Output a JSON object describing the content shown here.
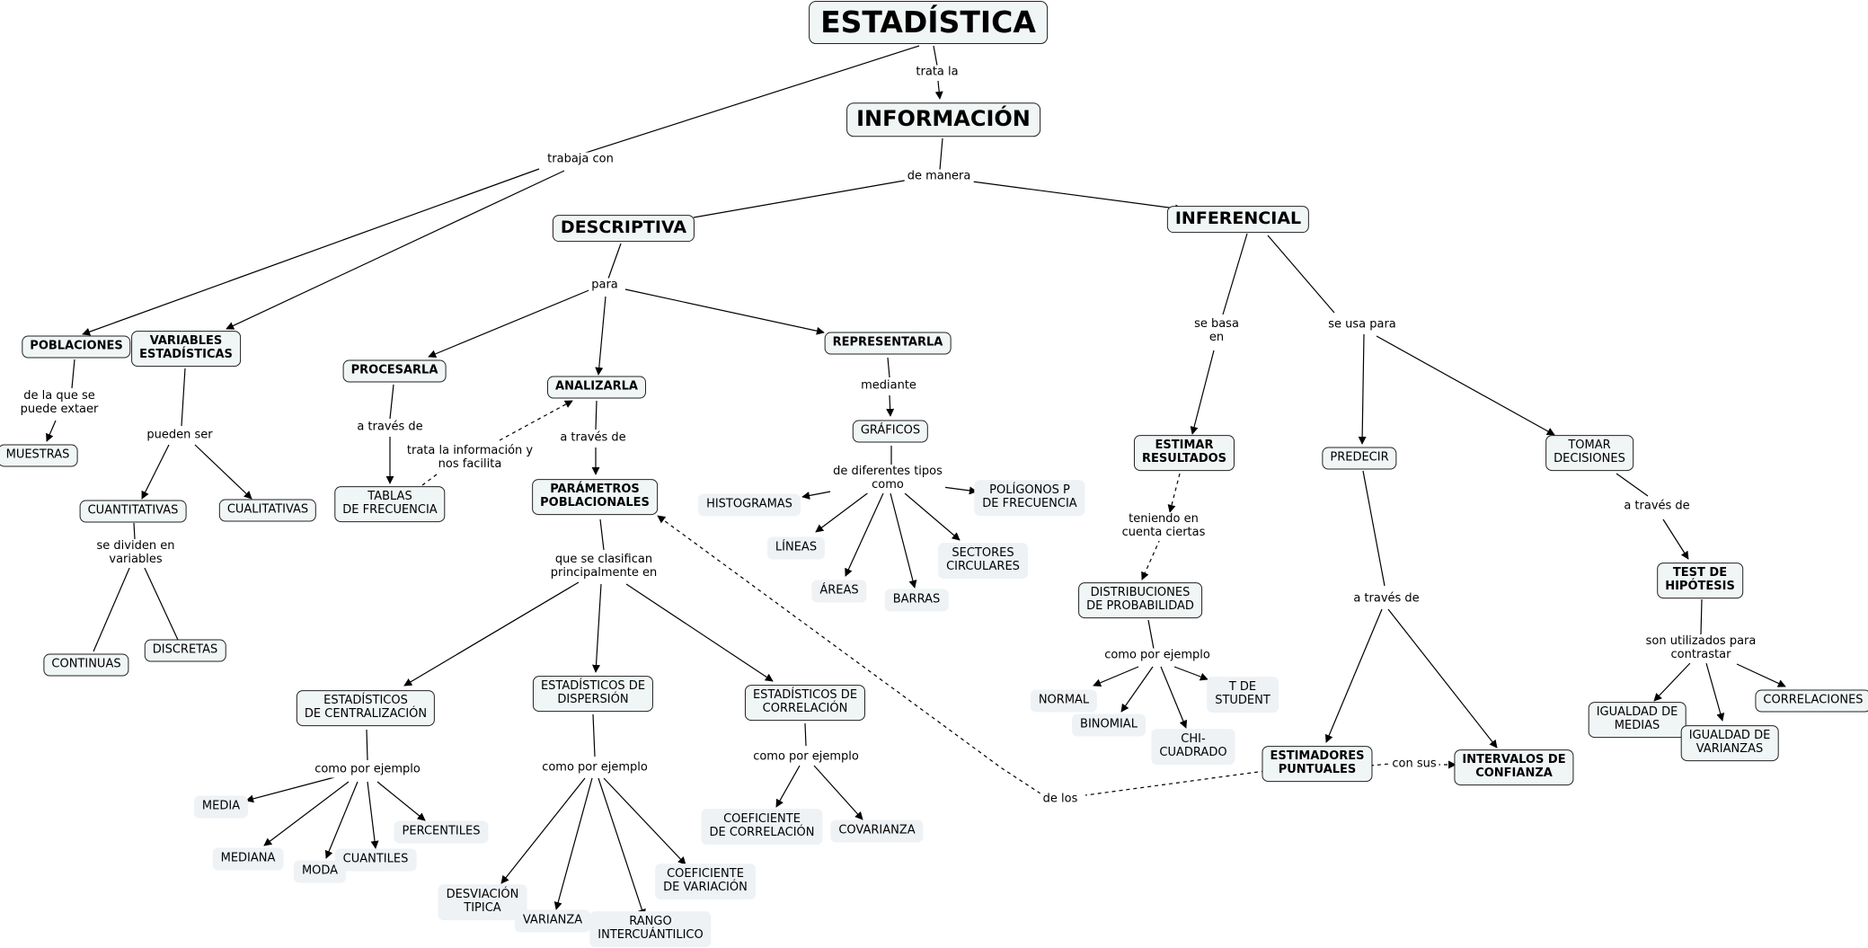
{
  "nodes": {
    "estadistica": "ESTADÍSTICA",
    "informacion": "INFORMACIÓN",
    "descriptiva": "DESCRIPTIVA",
    "inferencial": "INFERENCIAL",
    "poblaciones": "POBLACIONES",
    "variables_estadisticas": "VARIABLES\nESTADÍSTICAS",
    "muestras": "MUESTRAS",
    "cuantitativas": "CUANTITATIVAS",
    "cualitativas": "CUALITATIVAS",
    "continuas": "CONTINUAS",
    "discretas": "DISCRETAS",
    "procesarla": "PROCESARLA",
    "analizarla": "ANALIZARLA",
    "representarla": "REPRESENTARLA",
    "tablas_frecuencia": "TABLAS\nDE FRECUENCIA",
    "parametros_poblacionales": "PARÁMETROS\nPOBLACIONALES",
    "graficos": "GRÁFICOS",
    "histogramas": "HISTOGRAMAS",
    "lineas": "LÍNEAS",
    "areas": "ÁREAS",
    "barras": "BARRAS",
    "sectores_circulares": "SECTORES\nCIRCULARES",
    "poligonos": "POLÍGONOS P\nDE FRECUENCIA",
    "est_centralizacion": "ESTADÍSTICOS\nDE CENTRALIZACIÓN",
    "est_dispersion": "ESTADÍSTICOS DE\nDISPERSIÓN",
    "est_correlacion": "ESTADÍSTICOS DE\nCORRELACIÓN",
    "media": "MEDIA",
    "mediana": "MEDIANA",
    "moda": "MODA",
    "cuantiles": "CUANTILES",
    "percentiles": "PERCENTILES",
    "desviacion_tipica": "DESVIACIÓN\nTIPICA",
    "varianza": "VARIANZA",
    "rango_intercuantilico": "RANGO\nINTERCUÁNTILICO",
    "coef_variacion": "COEFICIENTE\nDE VARIACIÓN",
    "coef_correlacion": "COEFICIENTE\nDE CORRELACIÓN",
    "covarianza": "COVARIANZA",
    "estimar_resultados": "ESTIMAR\nRESULTADOS",
    "predecir": "PREDECIR",
    "tomar_decisiones": "TOMAR\nDECISIONES",
    "distribuciones_probabilidad": "DISTRIBUCIONES\nDE PROBABILIDAD",
    "normal": "NORMAL",
    "binomial": "BINOMIAL",
    "chi_cuadrado": "CHI-\nCUADRADO",
    "t_student": "T DE\nSTUDENT",
    "estimadores_puntuales": "ESTIMADORES\nPUNTUALES",
    "intervalos_confianza": "INTERVALOS DE\nCONFIANZA",
    "test_hipotesis": "TEST DE\nHIPÓTESIS",
    "igualdad_medias": "IGUALDAD DE\nMEDIAS",
    "igualdad_varianzas": "IGUALDAD DE\nVARIANZAS",
    "correlaciones": "CORRELACIONES"
  },
  "links": {
    "trata_la": "trata la",
    "trabaja_con": "trabaja con",
    "de_manera": "de manera",
    "de_la_que": "de la que se\npuede extaer",
    "pueden_ser": "pueden ser",
    "se_dividen": "se dividen en\nvariables",
    "para": "para",
    "a_traves_procesar": "a través de",
    "trata_info": "trata la información y\nnos facilita",
    "a_traves_analizar": "a través de",
    "mediante": "mediante",
    "diferentes_tipos": "de diferentes tipos\ncomo",
    "se_clasifican": "que se clasifican\nprincipalmente en",
    "ejemplo_centr": "como por ejemplo",
    "ejemplo_disp": "como por ejemplo",
    "ejemplo_corr": "como por ejemplo",
    "se_basa_en": "se basa\nen",
    "se_usa_para": "se usa para",
    "teniendo_cuenta": "teniendo en\ncuenta ciertas",
    "ejemplo_distrib": "como por ejemplo",
    "a_traves_predecir": "a través de",
    "a_traves_decisiones": "a través de",
    "son_utilizados": "son utilizados para\ncontrastar",
    "con_sus": "con sus",
    "de_los": "de los"
  },
  "colors": {
    "node_fill": "#f0f5f5",
    "leaf_fill": "#eef2f5",
    "edge": "#000000"
  }
}
